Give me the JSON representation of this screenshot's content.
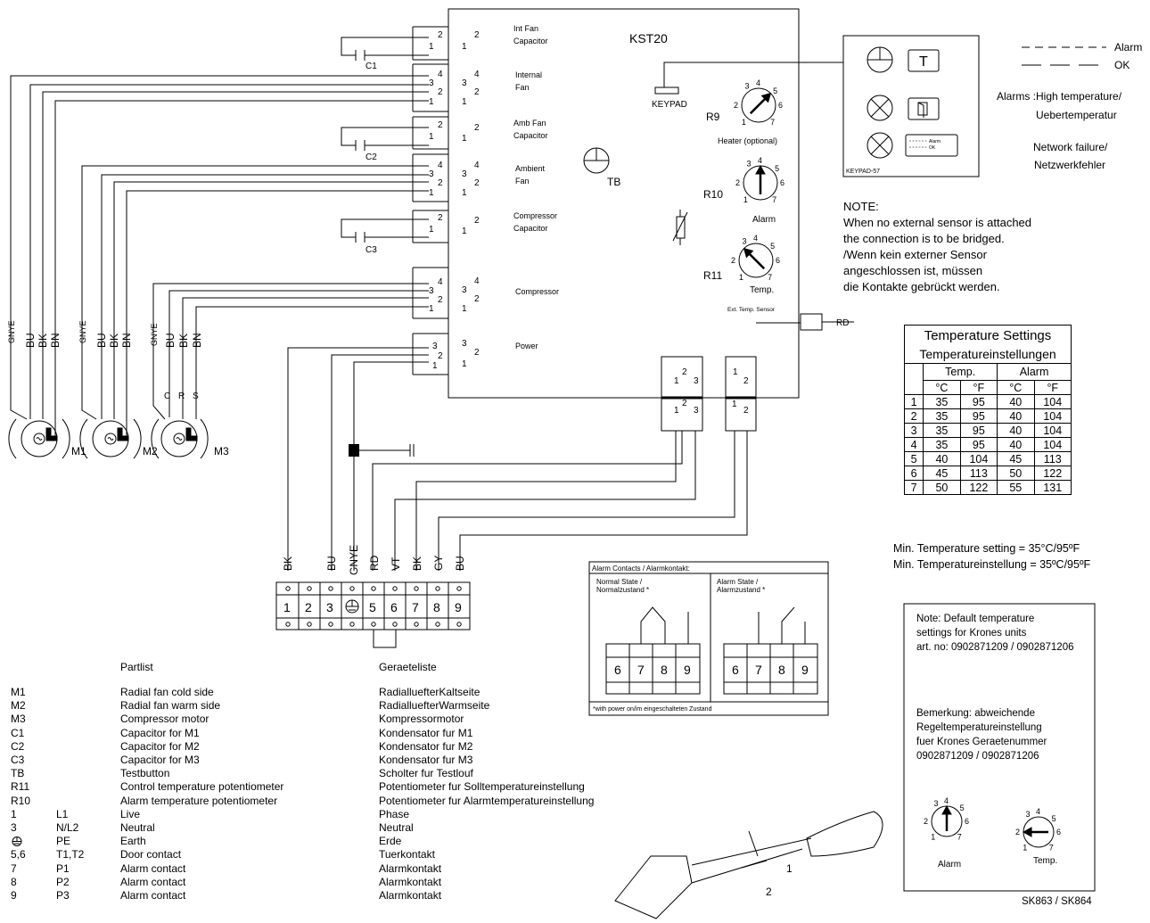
{
  "kst": {
    "title": "KST20",
    "keypad": "KEYPAD",
    "tb": "TB",
    "caps": [
      {
        "pins": [
          "2",
          "1"
        ],
        "inner": [
          "2",
          "1"
        ],
        "label": [
          "Int Fan",
          "Capacitor"
        ],
        "cap": "C1"
      },
      {
        "pins": [
          "2",
          "1"
        ],
        "inner": [
          "2",
          "1"
        ],
        "label": [
          "Amb Fan",
          "Capacitor"
        ],
        "cap": "C2"
      },
      {
        "pins": [
          "2",
          "1"
        ],
        "inner": [
          "2",
          "1"
        ],
        "label": [
          "Compressor",
          "Capacitor"
        ],
        "cap": "C3"
      }
    ],
    "conn4": [
      {
        "pins": [
          "4",
          "3",
          "2",
          "1"
        ],
        "label": [
          "Internal",
          "Fan"
        ]
      },
      {
        "pins": [
          "4",
          "3",
          "2",
          "1"
        ],
        "label": [
          "Ambient",
          "Fan"
        ]
      },
      {
        "pins": [
          "4",
          "3",
          "2",
          "1"
        ],
        "label": [
          "Compressor"
        ]
      }
    ],
    "power": {
      "pins": [
        "3",
        "2",
        "1"
      ],
      "label": "Power"
    },
    "pots": [
      {
        "id": "R9",
        "caption": "Heater (optional)"
      },
      {
        "id": "R10",
        "caption": "Alarm"
      },
      {
        "id": "R11",
        "caption": "Temp."
      }
    ],
    "dial_numbers": [
      "1",
      "2",
      "3",
      "4",
      "5",
      "6",
      "7"
    ],
    "ext_sensor": "Ext. Temp. Sensor",
    "rd": "RD",
    "bottom_conn_left": [
      "1",
      "2",
      "3"
    ],
    "bottom_conn_right": [
      "1",
      "2"
    ]
  },
  "wires": {
    "motor_wires": [
      "GNYE",
      "BU",
      "BK",
      "BN"
    ],
    "m3_wires": [
      "GNYE",
      "BU",
      "BK",
      "BN"
    ],
    "m3_terms": [
      "C",
      "R",
      "S"
    ],
    "motors": [
      "M1",
      "M2",
      "M3"
    ]
  },
  "terminal": {
    "wires": [
      "BK",
      "BU",
      "GNYE",
      "RD",
      "VT",
      "BK",
      "GY",
      "BU"
    ],
    "numbers": [
      "1",
      "2",
      "3",
      "",
      "5",
      "6",
      "7",
      "8",
      "9"
    ]
  },
  "keypad_panel": {
    "label": "KEYPAD-57",
    "t_button": "T",
    "mini_legend": [
      "Alarm",
      "OK"
    ]
  },
  "legend": {
    "alarm": "Alarm",
    "ok": "OK"
  },
  "alarms_text": {
    "l1": "Alarms :High temperature/",
    "l2": "Uebertemperatur",
    "l3": "Network failure/",
    "l4": "Netzwerkfehler"
  },
  "note": {
    "title": "NOTE:",
    "lines": [
      "When no external sensor is attached",
      "the connection is to be bridged.",
      "/Wenn kein externer Sensor",
      "angeschlossen ist, müssen",
      "die Kontakte gebrückt werden."
    ]
  },
  "temp_table": {
    "title1": "Temperature Settings",
    "title2": "Temperatureinstellungen",
    "group1": "Temp.",
    "group2": "Alarm",
    "units": [
      "°C",
      "°F",
      "°C",
      "°F"
    ],
    "rows": [
      [
        "1",
        "35",
        "95",
        "40",
        "104"
      ],
      [
        "2",
        "35",
        "95",
        "40",
        "104"
      ],
      [
        "3",
        "35",
        "95",
        "40",
        "104"
      ],
      [
        "4",
        "35",
        "95",
        "40",
        "104"
      ],
      [
        "5",
        "40",
        "104",
        "45",
        "113"
      ],
      [
        "6",
        "45",
        "113",
        "50",
        "122"
      ],
      [
        "7",
        "50",
        "122",
        "55",
        "131"
      ]
    ]
  },
  "min_temp": {
    "l1": "Min. Temperature setting = 35°C/95ºF",
    "l2": "Min. Temperatureinstellung = 35ºC/95ºF"
  },
  "alarm_contacts": {
    "title": "Alarm Contacts / Alarmkontakt:",
    "normal": [
      "Normal State /",
      "Normalzustand *"
    ],
    "alarm": [
      "Alarm State /",
      "Alarmzustand *"
    ],
    "nums": [
      "6",
      "7",
      "8",
      "9"
    ],
    "footnote": "*with power on/im eingeschalteten Zustand"
  },
  "krones_note": {
    "lines1": [
      "Note: Default temperature",
      "settings for Krones units",
      "art. no:  0902871209 / 0902871206"
    ],
    "lines2": [
      "Bemerkung: abweichende",
      "Regeltemperatureinstellung",
      "fuer Krones Geraetenummer",
      "0902871209 / 0902871206"
    ],
    "dial1": "Alarm",
    "dial2": "Temp."
  },
  "sk": "SK863 / SK864",
  "screwdriver": {
    "n1": "1",
    "n2": "2"
  },
  "partlist": {
    "header_en": "Partlist",
    "header_de": "Geraeteliste",
    "rows": [
      {
        "code": "M1",
        "sub": "",
        "en": "Radial fan cold side",
        "de": "RadialluefterKaltseite"
      },
      {
        "code": "M2",
        "sub": "",
        "en": "Radial fan warm side",
        "de": "RadialluefterWarmseite"
      },
      {
        "code": "M3",
        "sub": "",
        "en": "Compressor motor",
        "de": "Kompressormotor"
      },
      {
        "code": "C1",
        "sub": "",
        "en": "Capacitor for M1",
        "de": "Kondensator fur M1"
      },
      {
        "code": "C2",
        "sub": "",
        "en": "Capacitor for M2",
        "de": "Kondensator fur M2"
      },
      {
        "code": "C3",
        "sub": "",
        "en": "Capacitor for M3",
        "de": "Kondensator fur M3"
      },
      {
        "code": "TB",
        "sub": "",
        "en": "Testbutton",
        "de": "Scholter fur Testlouf"
      },
      {
        "code": "R11",
        "sub": "",
        "en": "Control temperature potentiometer",
        "de": "Potentiometer fur Solltemperatureinstellung"
      },
      {
        "code": "R10",
        "sub": "",
        "en": "Alarm temperature potentiometer",
        "de": "Potentiometer fur Alarmtemperatureinstellung"
      },
      {
        "code": "1",
        "sub": "L1",
        "en": "Live",
        "de": "Phase"
      },
      {
        "code": "3",
        "sub": "N/L2",
        "en": "Neutral",
        "de": "Neutral"
      },
      {
        "code": "",
        "sub": "PE",
        "en": "Earth",
        "de": "Erde"
      },
      {
        "code": "5,6",
        "sub": "T1,T2",
        "en": "Door contact",
        "de": "Tuerkontakt"
      },
      {
        "code": "7",
        "sub": "P1",
        "en": "Alarm contact",
        "de": "Alarmkontakt"
      },
      {
        "code": "8",
        "sub": "P2",
        "en": "Alarm contact",
        "de": "Alarmkontakt"
      },
      {
        "code": "9",
        "sub": "P3",
        "en": "Alarm contact",
        "de": "Alarmkontakt"
      }
    ]
  }
}
